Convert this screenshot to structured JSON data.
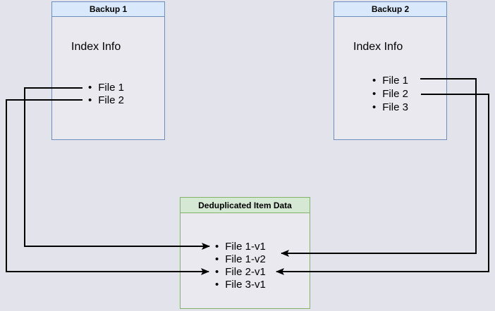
{
  "diagram": {
    "background_color": "#e3e3ec",
    "text_color": "#000000",
    "connector_color": "#000000"
  },
  "backup1": {
    "title": "Backup 1",
    "subtitle": "Index Info",
    "files": [
      "File 1",
      "File 2"
    ],
    "header_fill": "#dae8fc",
    "border_color": "#6c8ebf"
  },
  "backup2": {
    "title": "Backup 2",
    "subtitle": "Index Info",
    "files": [
      "File 1",
      "File 2",
      "File 3"
    ],
    "header_fill": "#dae8fc",
    "border_color": "#6c8ebf"
  },
  "dedup": {
    "title": "Deduplicated Item Data",
    "items": [
      "File 1-v1",
      "File 1-v2",
      "File 2-v1",
      "File 3-v1"
    ],
    "header_fill": "#d5e8d4",
    "border_color": "#82b366"
  },
  "connections": [
    {
      "from": "Backup 1 / File 1",
      "to": "File 1-v1"
    },
    {
      "from": "Backup 1 / File 2",
      "to": "File 2-v1"
    },
    {
      "from": "Backup 2 / File 1",
      "to": "File 1-v2"
    },
    {
      "from": "Backup 2 / File 2",
      "to": "File 2-v1"
    }
  ]
}
